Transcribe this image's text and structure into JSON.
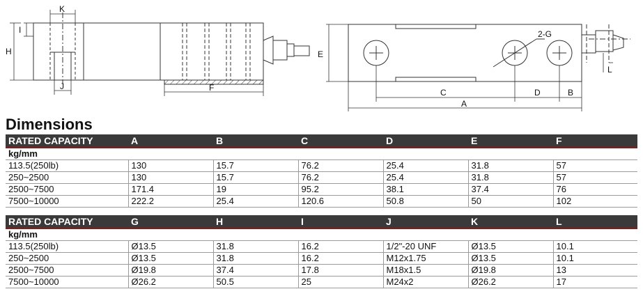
{
  "drawing": {
    "labels": {
      "k": "K",
      "i": "I",
      "h": "H",
      "j": "J",
      "f": "F",
      "e": "E",
      "c": "C",
      "d": "D",
      "b": "B",
      "a": "A",
      "g": "2-G",
      "l": "L"
    }
  },
  "title": "Dimensions",
  "table1": {
    "headers": [
      "RATED CAPACITY",
      "A",
      "B",
      "C",
      "D",
      "E",
      "F"
    ],
    "unit": "kg/mm",
    "rows": [
      [
        "113.5(250lb)",
        "130",
        "15.7",
        "76.2",
        "25.4",
        "31.8",
        "57"
      ],
      [
        "250~2500",
        "130",
        "15.7",
        "76.2",
        "25.4",
        "31.8",
        "57"
      ],
      [
        "2500~7500",
        "171.4",
        "19",
        "95.2",
        "38.1",
        "37.4",
        "76"
      ],
      [
        "7500~10000",
        "222.2",
        "25.4",
        "120.6",
        "50.8",
        "50",
        "102"
      ]
    ]
  },
  "table2": {
    "headers": [
      "RATED CAPACITY",
      "G",
      "H",
      "I",
      "J",
      "K",
      "L"
    ],
    "unit": "kg/mm",
    "rows": [
      [
        "113.5(250lb)",
        "Ø13.5",
        "31.8",
        "16.2",
        "1/2\"-20 UNF",
        "Ø13.5",
        "10.1"
      ],
      [
        "250~2500",
        "Ø13.5",
        "31.8",
        "16.2",
        "M12x1.75",
        "Ø13.5",
        "10.1"
      ],
      [
        "2500~7500",
        "Ø19.8",
        "37.4",
        "17.8",
        "M18x1.5",
        "Ø19.8",
        "13"
      ],
      [
        "7500~10000",
        "Ø26.2",
        "50.5",
        "25",
        "M24x2",
        "Ø26.2",
        "17"
      ]
    ]
  }
}
